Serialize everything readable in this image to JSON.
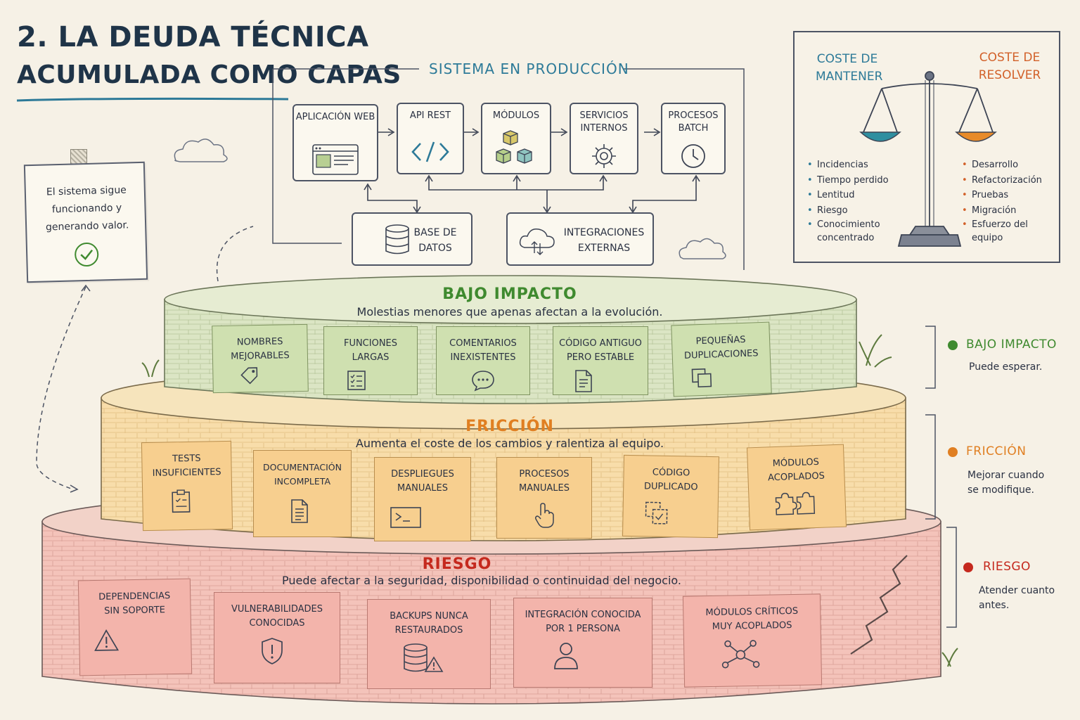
{
  "title": {
    "line1": "2. LA DEUDA TÉCNICA",
    "line2": "ACUMULADA COMO CAPAS"
  },
  "note": {
    "text": "El sistema sigue funcionando y generando valor."
  },
  "system": {
    "title": "SISTEMA EN PRODUCCIÓN",
    "components": [
      {
        "label": "APLICACIÓN WEB",
        "icon": "browser-window-icon"
      },
      {
        "label": "API REST",
        "icon": "code-brackets-icon"
      },
      {
        "label": "MÓDULOS",
        "icon": "cubes-icon"
      },
      {
        "label": "SERVICIOS INTERNOS",
        "icon": "gear-icon"
      },
      {
        "label": "PROCESOS BATCH",
        "icon": "clock-icon"
      }
    ],
    "database": {
      "label": "BASE DE DATOS",
      "icon": "database-icon"
    },
    "integrations": {
      "label": "INTEGRACIONES EXTERNAS",
      "icon": "cloud-icon"
    }
  },
  "scale": {
    "left_title": "COSTE DE MANTENER",
    "right_title": "COSTE DE RESOLVER",
    "left_items": [
      "Incidencias",
      "Tiempo perdido",
      "Lentitud",
      "Riesgo",
      "Conocimiento concentrado"
    ],
    "right_items": [
      "Desarrollo",
      "Refactorización",
      "Pruebas",
      "Migración",
      "Esfuerzo del equipo"
    ]
  },
  "layers": {
    "low": {
      "title": "BAJO IMPACTO",
      "subtitle": "Molestias menores que apenas afectan a la evolución.",
      "items": [
        {
          "label": "NOMBRES MEJORABLES",
          "icon": "tag-icon"
        },
        {
          "label": "FUNCIONES LARGAS",
          "icon": "checklist-icon"
        },
        {
          "label": "COMENTARIOS INEXISTENTES",
          "icon": "speech-bubble-icon"
        },
        {
          "label": "CÓDIGO ANTIGUO PERO ESTABLE",
          "icon": "document-icon"
        },
        {
          "label": "PEQUEÑAS DUPLICACIONES",
          "icon": "copy-icon"
        }
      ]
    },
    "friction": {
      "title": "FRICCIÓN",
      "subtitle": "Aumenta el coste de los cambios y ralentiza al equipo.",
      "items": [
        {
          "label": "TESTS INSUFICIENTES",
          "icon": "clipboard-check-icon"
        },
        {
          "label": "DOCUMENTACIÓN INCOMPLETA",
          "icon": "document-icon"
        },
        {
          "label": "DESPLIEGUES MANUALES",
          "icon": "terminal-icon"
        },
        {
          "label": "PROCESOS MANUALES",
          "icon": "hand-pointer-icon"
        },
        {
          "label": "CÓDIGO DUPLICADO",
          "icon": "duplicate-icon"
        },
        {
          "label": "MÓDULOS ACOPLADOS",
          "icon": "puzzle-icon"
        }
      ]
    },
    "risk": {
      "title": "RIESGO",
      "subtitle": "Puede afectar a la seguridad, disponibilidad o continuidad del negocio.",
      "items": [
        {
          "label": "DEPENDENCIAS SIN SOPORTE",
          "icon": "warning-icon"
        },
        {
          "label": "VULNERABILIDADES CONOCIDAS",
          "icon": "shield-alert-icon"
        },
        {
          "label": "BACKUPS NUNCA RESTAURADOS",
          "icon": "database-warning-icon"
        },
        {
          "label": "INTEGRACIÓN CONOCIDA POR 1 PERSONA",
          "icon": "person-icon"
        },
        {
          "label": "MÓDULOS CRÍTICOS MUY ACOPLADOS",
          "icon": "network-icon"
        }
      ]
    }
  },
  "legend": [
    {
      "title": "BAJO IMPACTO",
      "desc": "Puede esperar.",
      "color": "#3f8a2f"
    },
    {
      "title": "FRICCIÓN",
      "desc": "Mejorar cuando se modifique.",
      "color": "#e07f22"
    },
    {
      "title": "RIESGO",
      "desc": "Atender cuanto antes.",
      "color": "#c5291e"
    }
  ],
  "colors": {
    "teal": "#2d7a98",
    "green": "#3f8a2f",
    "orange": "#e07f22",
    "red": "#c5291e",
    "layer_green": "#dbe6c4",
    "layer_orange": "#f8deaa",
    "layer_red": "#f5c2ba"
  }
}
